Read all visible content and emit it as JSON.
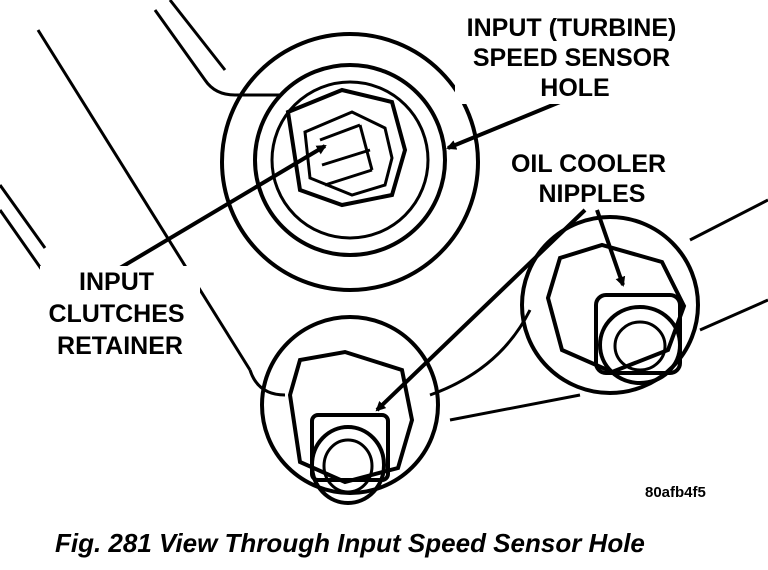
{
  "labels": {
    "turbine": [
      "INPUT (TURBINE)",
      "SPEED SENSOR",
      "HOLE"
    ],
    "oil_cooler": [
      "OIL COOLER",
      "NIPPLES"
    ],
    "clutches": [
      "INPUT",
      "CLUTCHES",
      "RETAINER"
    ]
  },
  "image_code": "80afb4f5",
  "caption": "Fig. 281 View Through Input Speed Sensor Hole"
}
